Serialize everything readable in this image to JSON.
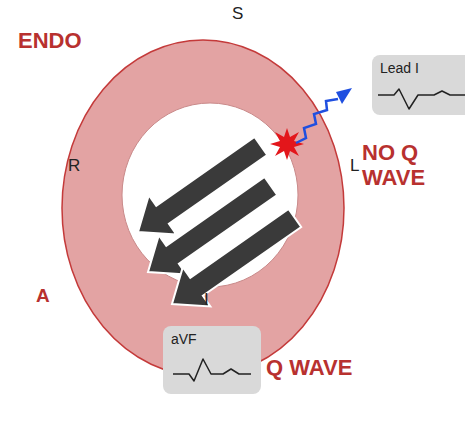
{
  "diagram": {
    "nodes": [
      {
        "text": [
          "Lead I"
        ]
      },
      {
        "text": [
          "aVF"
        ]
      }
    ],
    "labels": [
      "S",
      "ENDO",
      "R",
      "L",
      "NO Q WAVE",
      "A",
      "I",
      "Q WAVE"
    ]
  }
}
